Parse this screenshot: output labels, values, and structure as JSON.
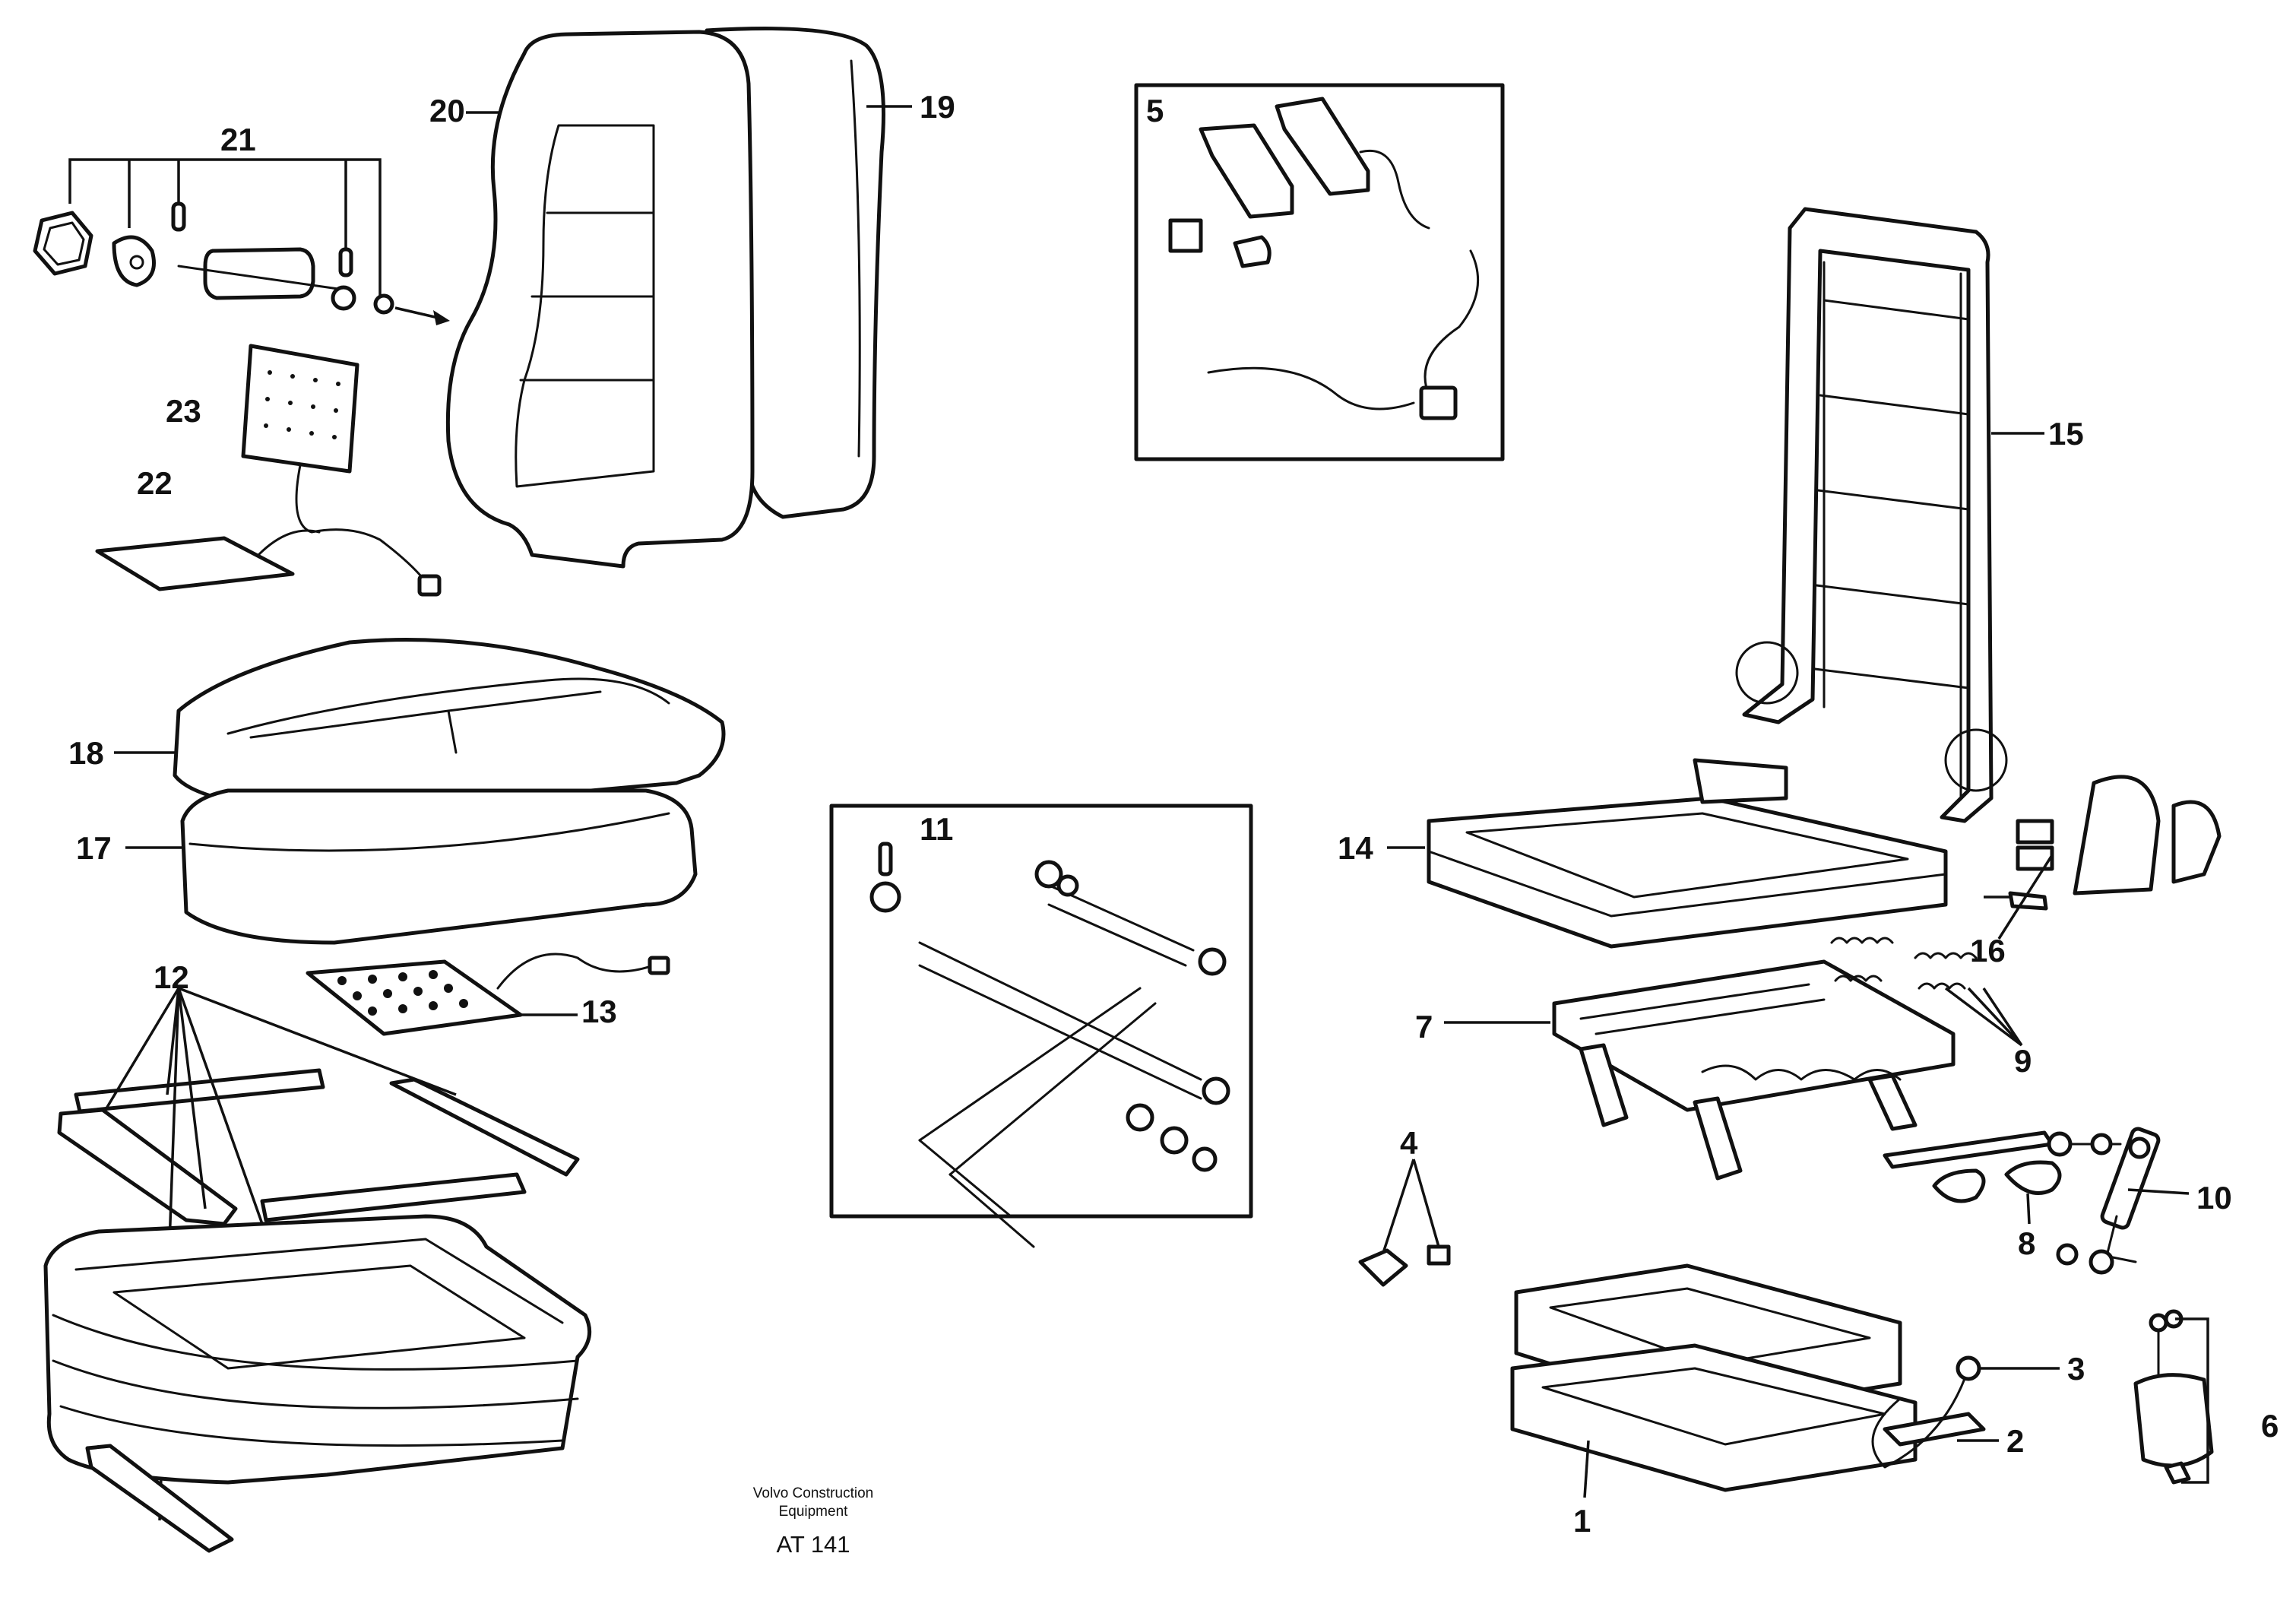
{
  "callouts": {
    "n1": "1",
    "n2": "2",
    "n3": "3",
    "n4": "4",
    "n5": "5",
    "n6": "6",
    "n7": "7",
    "n8": "8",
    "n9": "9",
    "n10": "10",
    "n11": "11",
    "n12": "12",
    "n13": "13",
    "n14": "14",
    "n15": "15",
    "n16": "16",
    "n17": "17",
    "n18": "18",
    "n19": "19",
    "n20": "20",
    "n21": "21",
    "n22": "22",
    "n23": "23"
  },
  "footer": {
    "company_line1": "Volvo Construction",
    "company_line2": "Equipment",
    "code": "AT 141"
  }
}
